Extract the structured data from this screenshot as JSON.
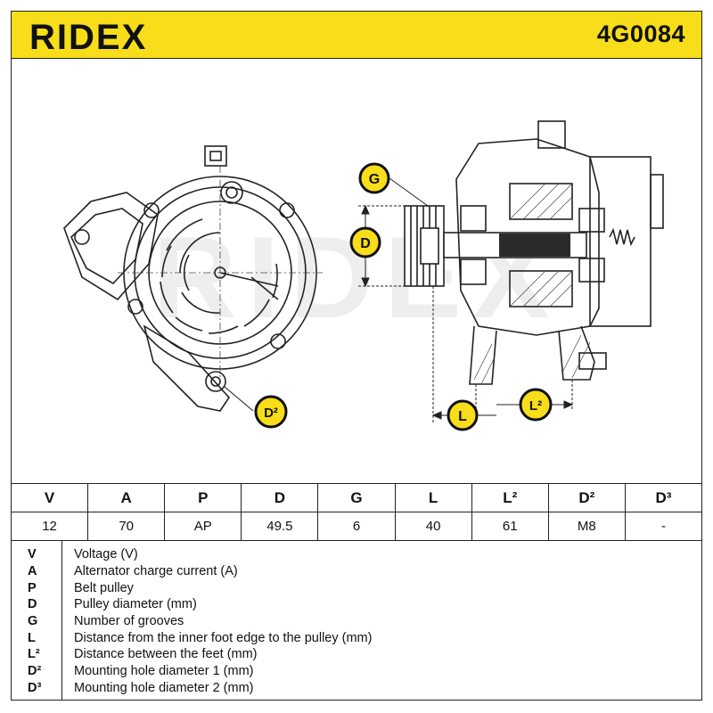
{
  "header": {
    "brand": "RIDEX",
    "part_number": "4G0084",
    "background_color": "#f7dd1a"
  },
  "drawing": {
    "watermark": "RIDEX",
    "callouts": {
      "g": "G",
      "d": "D",
      "d2": "D²",
      "l": "L",
      "l2": "L²"
    }
  },
  "specs": {
    "columns": [
      "V",
      "A",
      "P",
      "D",
      "G",
      "L",
      "L²",
      "D²",
      "D³"
    ],
    "values": [
      "12",
      "70",
      "AP",
      "49.5",
      "6",
      "40",
      "61",
      "M8",
      "-"
    ]
  },
  "legend": [
    {
      "symbol": "V",
      "description": "Voltage (V)"
    },
    {
      "symbol": "A",
      "description": "Alternator charge current (A)"
    },
    {
      "symbol": "P",
      "description": "Belt pulley"
    },
    {
      "symbol": "D",
      "description": "Pulley diameter (mm)"
    },
    {
      "symbol": "G",
      "description": "Number of grooves"
    },
    {
      "symbol": "L",
      "description": "Distance from the inner foot edge to the pulley (mm)"
    },
    {
      "symbol": "L²",
      "description": "Distance between the feet (mm)"
    },
    {
      "symbol": "D²",
      "description": "Mounting hole diameter 1 (mm)"
    },
    {
      "symbol": "D³",
      "description": "Mounting hole diameter 2 (mm)"
    }
  ]
}
